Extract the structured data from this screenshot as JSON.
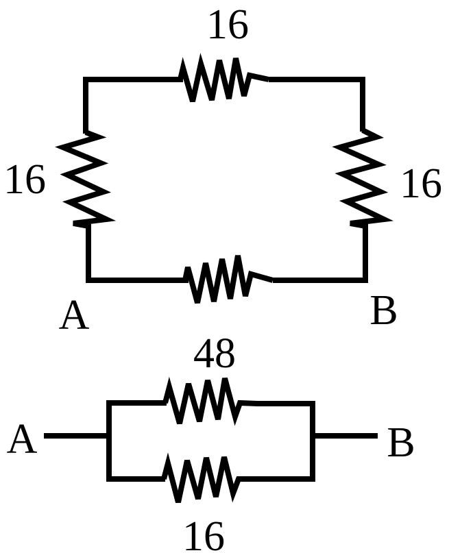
{
  "diagram": {
    "title": "Resistor network between A and B",
    "top_circuit": {
      "resistors": [
        {
          "id": "top",
          "label": "16"
        },
        {
          "id": "left",
          "label": "16"
        },
        {
          "id": "right",
          "label": "16"
        },
        {
          "id": "bottom",
          "label": ""
        }
      ],
      "terminals": {
        "a": "A",
        "b": "B"
      }
    },
    "equivalent_circuit": {
      "resistors": [
        {
          "id": "upper",
          "label": "48"
        },
        {
          "id": "lower",
          "label": "16"
        }
      ],
      "terminals": {
        "a": "A",
        "b": "B"
      }
    },
    "colors": {
      "line": "#000000",
      "background": "#ffffff"
    }
  }
}
